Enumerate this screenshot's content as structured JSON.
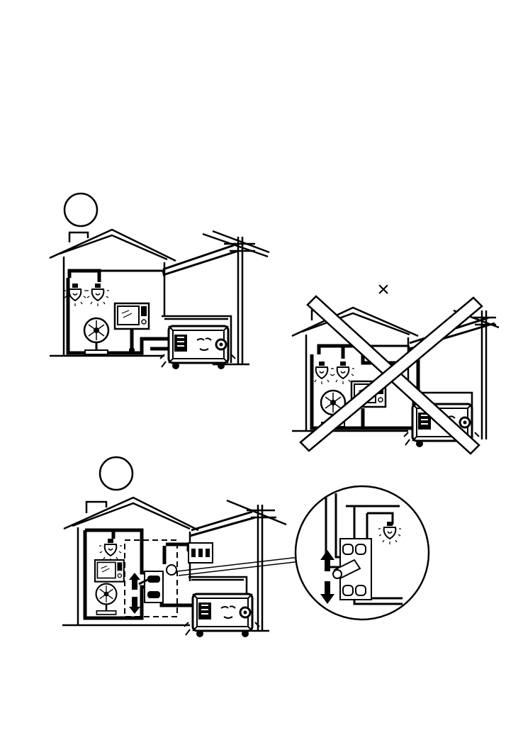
{
  "figure": {
    "panels": [
      {
        "id": "correct-hookup",
        "verdict_mark": ""
      },
      {
        "id": "incorrect-hookup",
        "verdict_mark": "×"
      },
      {
        "id": "transfer-switch-hookup",
        "verdict_mark": ""
      }
    ],
    "line_color": "#000000",
    "background_color": "#ffffff",
    "icons": [
      "house",
      "light-bulb",
      "television",
      "fan",
      "generator",
      "utility-pole",
      "meter-box",
      "transfer-switch",
      "switch-direction-arrow",
      "magnifier-callout",
      "cross-out"
    ]
  }
}
